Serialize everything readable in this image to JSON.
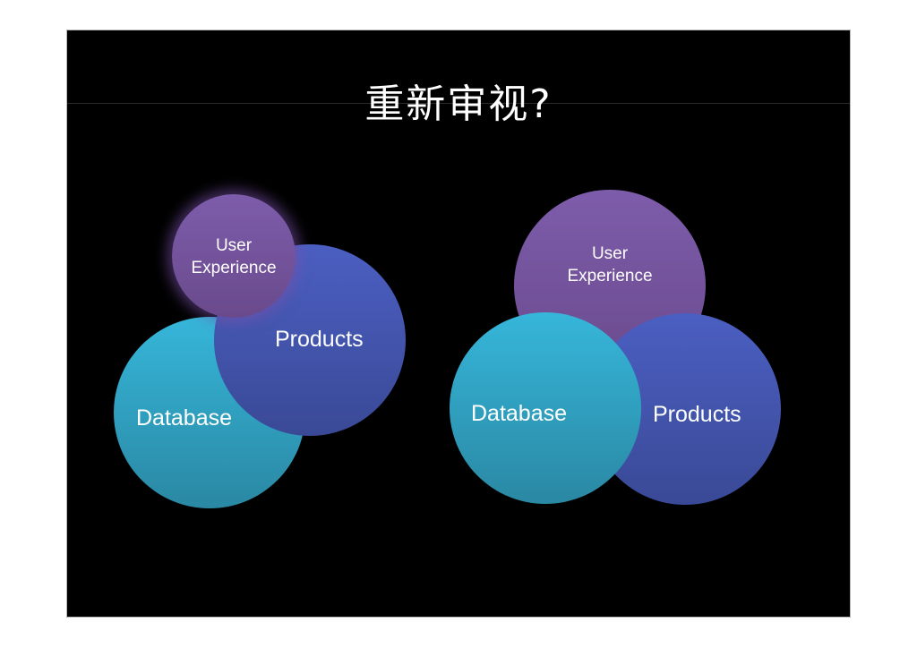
{
  "slide": {
    "title": "重新审视?",
    "diagrams": {
      "left": {
        "user_experience": {
          "line1": "User",
          "line2": "Experience"
        },
        "products": "Products",
        "database": "Database"
      },
      "right": {
        "user_experience": {
          "line1": "User",
          "line2": "Experience"
        },
        "products": "Products",
        "database": "Database"
      }
    },
    "colors": {
      "background": "#000000",
      "title": "#ffffff",
      "user_experience": "#7d5cab",
      "products": "#4b5fc2",
      "database": "#36b6da"
    }
  }
}
